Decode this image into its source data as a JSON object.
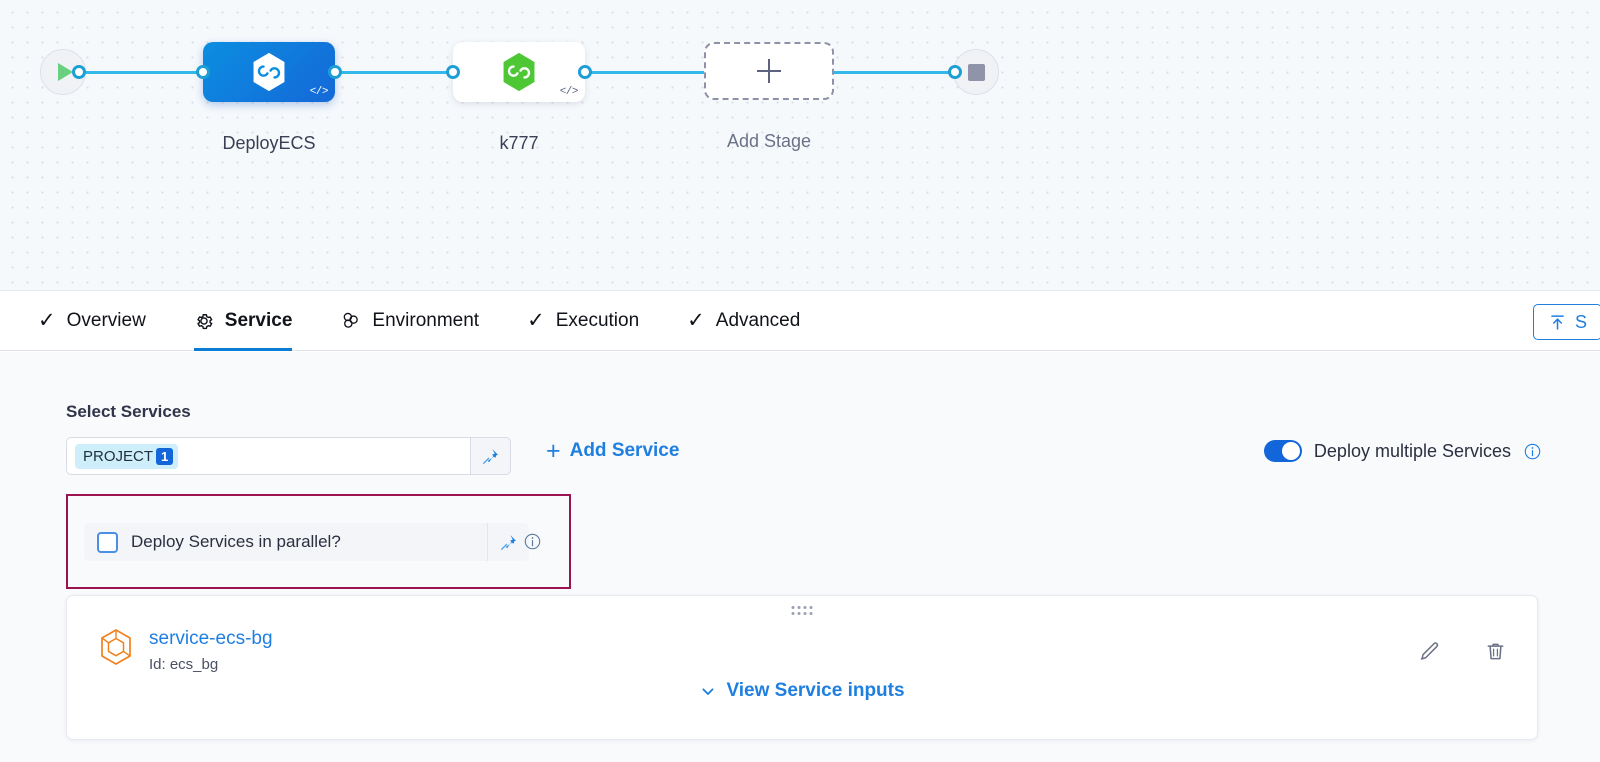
{
  "pipeline": {
    "start_node": "start-node",
    "end_node": "end-node",
    "stages": [
      {
        "label": "DeployECS",
        "state": "selected",
        "logo": "harness-hex-icon",
        "code_tag": "</>"
      },
      {
        "label": "k777",
        "state": "plain",
        "logo": "harness-hex-icon",
        "code_tag": "</>"
      }
    ],
    "add_stage_label": "Add Stage"
  },
  "tabs": [
    {
      "label": "Overview",
      "icon": "check-icon",
      "active": false
    },
    {
      "label": "Service",
      "icon": "gear-icon",
      "active": true
    },
    {
      "label": "Environment",
      "icon": "clover-icon",
      "active": false
    },
    {
      "label": "Execution",
      "icon": "check-icon",
      "active": false
    },
    {
      "label": "Advanced",
      "icon": "check-icon",
      "active": false
    }
  ],
  "toolbar": {
    "upload_label": "S",
    "upload_icon": "upload-icon"
  },
  "service_section": {
    "title": "Select Services",
    "chip_label": "PROJECT",
    "chip_count": "1",
    "pin_icon": "pin-icon",
    "add_service_label": "Add Service",
    "toggle_label": "Deploy multiple Services",
    "toggle_on": true,
    "info_icon": "info-icon"
  },
  "parallel_option": {
    "label": "Deploy Services in parallel?",
    "checked": false,
    "pin_icon": "pin-icon",
    "info_icon": "info-icon",
    "highlight_color": "#9b1350"
  },
  "service_card": {
    "drag_handle": "drag-handle-icon",
    "service_icon": "service-hex-icon",
    "name": "service-ecs-bg",
    "id_text": "Id: ecs_bg",
    "edit_icon": "pencil-icon",
    "delete_icon": "trash-icon",
    "view_inputs_label": "View Service inputs",
    "chevron_icon": "chevron-down-icon"
  },
  "colors": {
    "accent_blue": "#1f7fe0",
    "edge_blue": "#33b9e9",
    "stage_selected": "#0b8ee0",
    "highlight": "#9b1350",
    "service_icon": "#f0821e",
    "canvas_bg": "#f6f9fc",
    "panel_bg": "#f8fafc"
  }
}
